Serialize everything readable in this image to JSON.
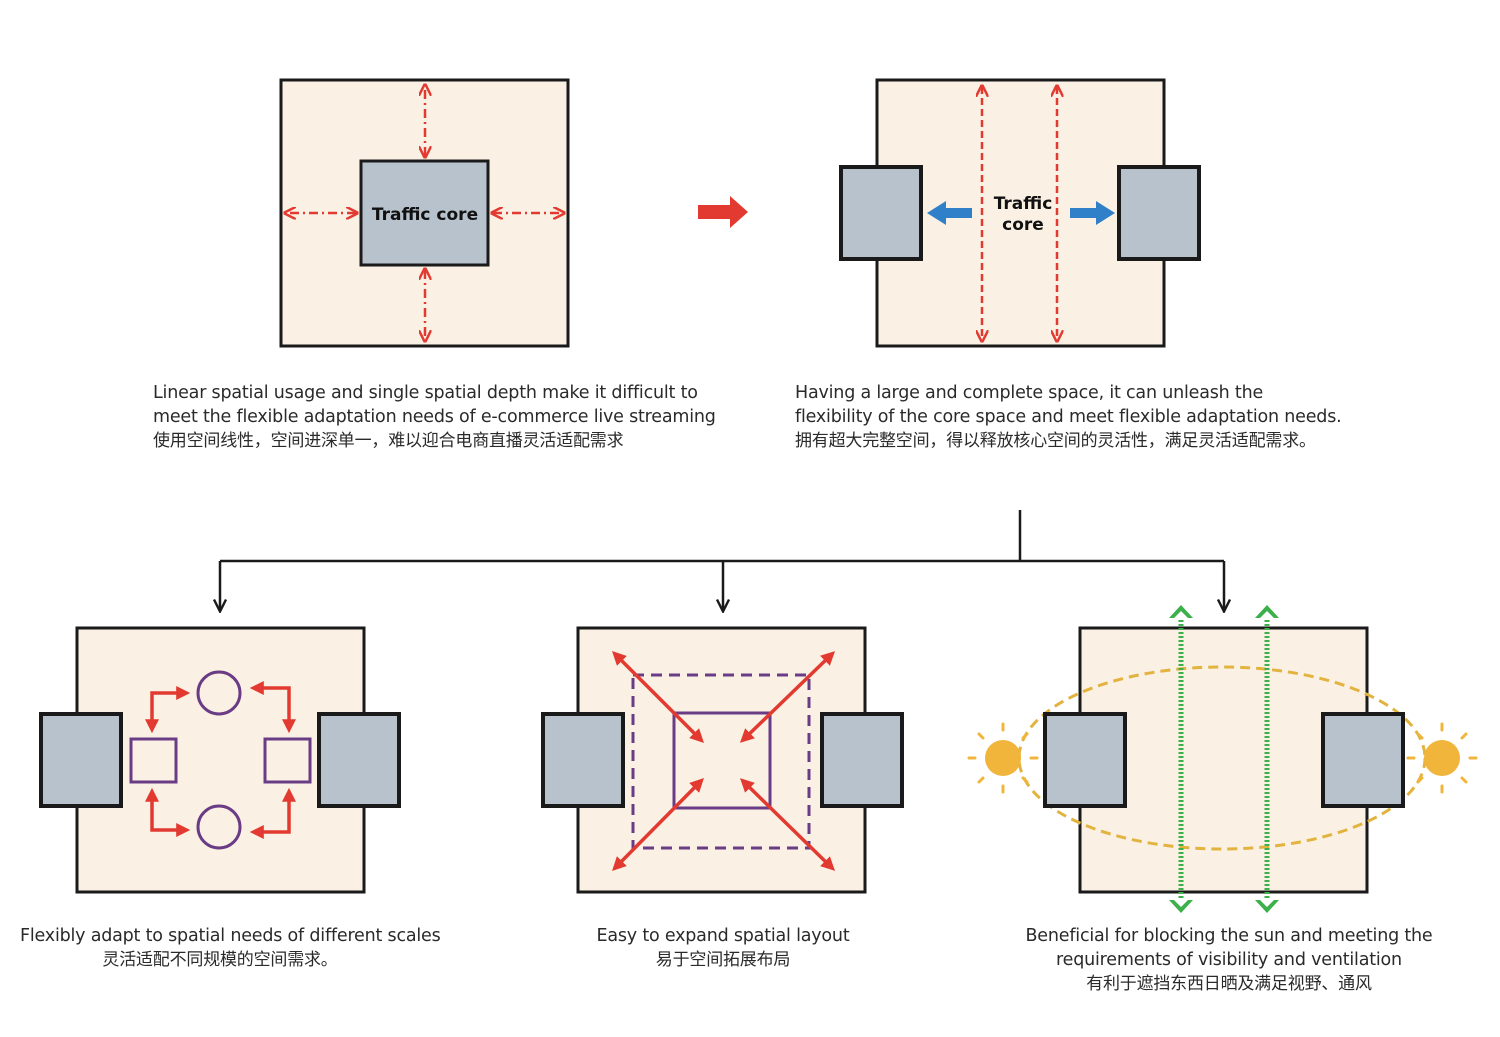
{
  "panel_top_left": {
    "core_label": "Traffic core",
    "caption": [
      "Linear spatial usage and single spatial depth make it difficult to",
      "meet the flexible adaptation needs of e-commerce live streaming",
      "使用空间线性，空间进深单一，难以迎合电商直播灵活适配需求"
    ]
  },
  "panel_top_right": {
    "core_label_line1": "Traffic",
    "core_label_line2": "core",
    "caption": [
      "Having a large and complete space, it can unleash the",
      "flexibility of the core space and meet flexible adaptation needs.",
      "拥有超大完整空间，得以释放核心空间的灵活性，满足灵活适配需求。"
    ]
  },
  "panel_bottom_left": {
    "caption": [
      "Flexibly adapt to spatial needs of different scales",
      "灵活适配不同规模的空间需求。"
    ]
  },
  "panel_bottom_mid": {
    "caption": [
      "Easy to expand spatial layout",
      "易于空间拓展布局"
    ]
  },
  "panel_bottom_right": {
    "caption": [
      "Beneficial for blocking the sun and meeting the",
      "requirements of visibility and ventilation",
      "有利于遮挡东西日晒及满足视野、通风"
    ]
  },
  "colors": {
    "panel_fill": "#faf1e4",
    "core_fill": "#b7c2cc",
    "red": "#e23a30",
    "blue": "#2f80c9",
    "purple": "#6b3c86",
    "green": "#3cb04a",
    "sun": "#f0b53a"
  }
}
